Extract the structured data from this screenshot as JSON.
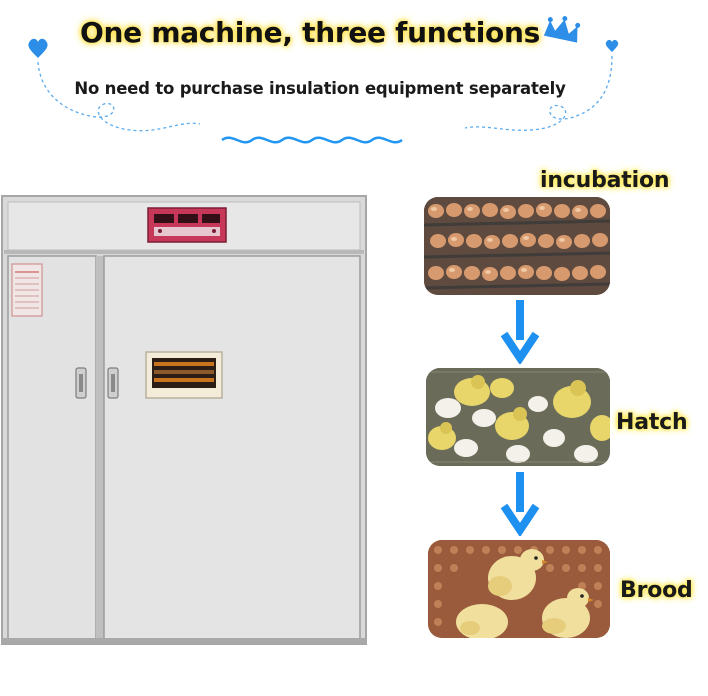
{
  "banner": {
    "headline": "One machine, three functions",
    "subline": "No need to purchase insulation equipment separately",
    "accent_color": "#2196f3",
    "highlight_color": "#ffe24a",
    "icons": [
      "heart-icon",
      "crown-icon"
    ]
  },
  "steps": [
    {
      "label": "incubation",
      "photo": "eggs-in-trays-photo"
    },
    {
      "label": "Hatch",
      "photo": "hatching-chicks-photo"
    },
    {
      "label": "Brood",
      "photo": "young-chicks-photo"
    }
  ],
  "arrow_color": "#1e90f0"
}
